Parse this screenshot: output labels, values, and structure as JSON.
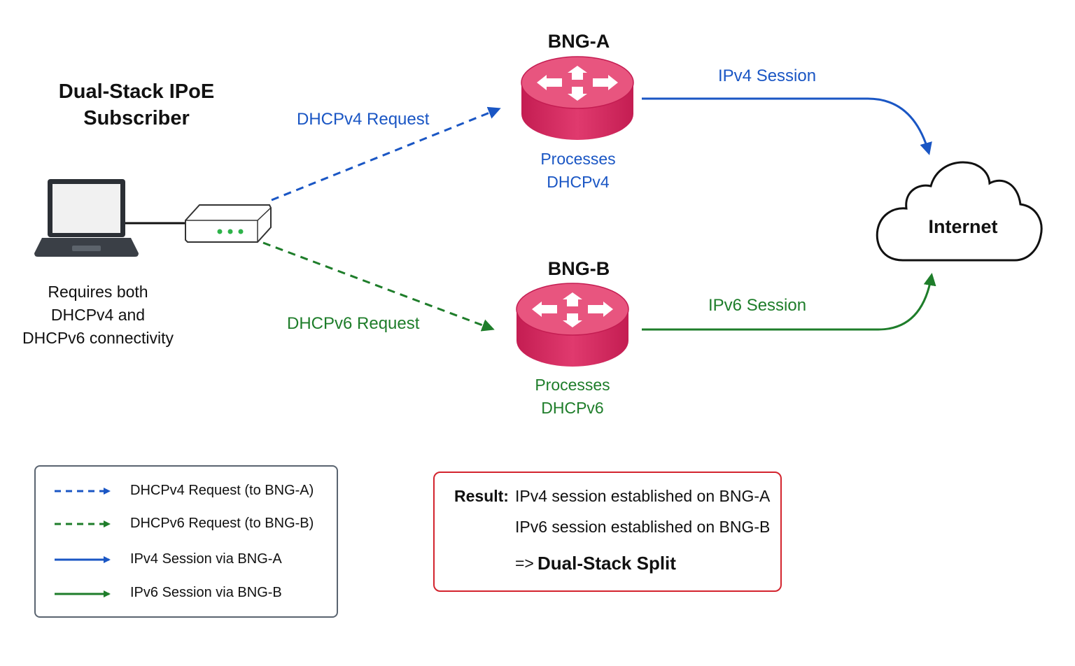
{
  "subscriber": {
    "title_line1": "Dual-Stack IPoE",
    "title_line2": "Subscriber",
    "note_line1": "Requires both",
    "note_line2": "DHCPv4 and",
    "note_line3": "DHCPv6 connectivity"
  },
  "bng_a": {
    "title": "BNG-A",
    "proc_line1": "Processes",
    "proc_line2": "DHCPv4"
  },
  "bng_b": {
    "title": "BNG-B",
    "proc_line1": "Processes",
    "proc_line2": "DHCPv6"
  },
  "internet": {
    "label": "Internet"
  },
  "flows": {
    "dhcpv4_request": "DHCPv4 Request",
    "dhcpv6_request": "DHCPv6 Request",
    "ipv4_session": "IPv4 Session",
    "ipv6_session": "IPv6 Session"
  },
  "legend": {
    "items": [
      {
        "label": "DHCPv4 Request (to BNG-A)",
        "style": "dashed",
        "color": "#1a56c4"
      },
      {
        "label": "DHCPv6 Request (to BNG-B)",
        "style": "dashed",
        "color": "#1e7d2a"
      },
      {
        "label": "IPv4 Session via BNG-A",
        "style": "solid",
        "color": "#1a56c4"
      },
      {
        "label": "IPv6 Session via BNG-B",
        "style": "solid",
        "color": "#1e7d2a"
      }
    ]
  },
  "result": {
    "prefix": "Result:",
    "line1": "IPv4 session established on BNG-A",
    "line2": "IPv6 session established on BNG-B",
    "arrow": "=>",
    "conclusion": "Dual-Stack Split"
  },
  "colors": {
    "ipv4": "#1a56c4",
    "ipv6": "#1e7d2a",
    "router": "#d82e63",
    "result": "#cc1a26"
  },
  "icons": [
    "laptop-icon",
    "modem-icon",
    "router-icon",
    "cloud-icon"
  ]
}
